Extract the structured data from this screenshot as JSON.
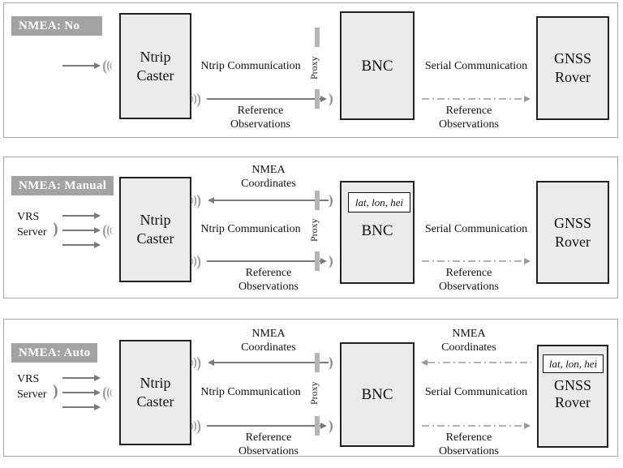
{
  "figure": {
    "description_labels": {
      "proxy": "Proxy",
      "coordinates_box": "lat, lon, hei"
    }
  },
  "colors": {
    "node_fill": "#ebebeb",
    "node_border": "#222222",
    "mode_badge_bg": "#a3a3a3",
    "mode_badge_text": "#ffffff",
    "solid_arrow": "#7a7a7a",
    "dashdot_arrow": "#999999",
    "proxy_bar": "#b5b5b5",
    "panel_border": "#a8a8a8"
  },
  "panels": [
    {
      "mode_label": "NMEA: No",
      "caster_label": "Ntrip\nCaster",
      "bnc_label": "BNC",
      "rover_label": "GNSS\nRover",
      "proxy_label": "Proxy",
      "links": {
        "ntrip_communication": "Ntrip Communication",
        "serial_communication": "Serial Communication",
        "reference_observations_left": "Reference\nObservations",
        "reference_observations_right": "Reference\nObservations"
      }
    },
    {
      "mode_label": "NMEA: Manual",
      "vrs_label": "VRS\nServer",
      "caster_label": "Ntrip\nCaster",
      "bnc_label": "BNC",
      "bnc_coordinates": "lat, lon, hei",
      "rover_label": "GNSS\nRover",
      "proxy_label": "Proxy",
      "links": {
        "nmea_coordinates": "NMEA\nCoordinates",
        "ntrip_communication": "Ntrip Communication",
        "serial_communication": "Serial Communication",
        "reference_observations_left": "Reference\nObservations",
        "reference_observations_right": "Reference\nObservations"
      }
    },
    {
      "mode_label": "NMEA: Auto",
      "vrs_label": "VRS\nServer",
      "caster_label": "Ntrip\nCaster",
      "bnc_label": "BNC",
      "rover_label": "GNSS\nRover",
      "rover_coordinates": "lat, lon, hei",
      "proxy_label": "Proxy",
      "links": {
        "nmea_coordinates_caster": "NMEA\nCoordinates",
        "nmea_coordinates_rover": "NMEA\nCoordinates",
        "ntrip_communication": "Ntrip Communication",
        "serial_communication": "Serial Communication",
        "reference_observations_left": "Reference\nObservations",
        "reference_observations_right": "Reference\nObservations"
      }
    }
  ]
}
